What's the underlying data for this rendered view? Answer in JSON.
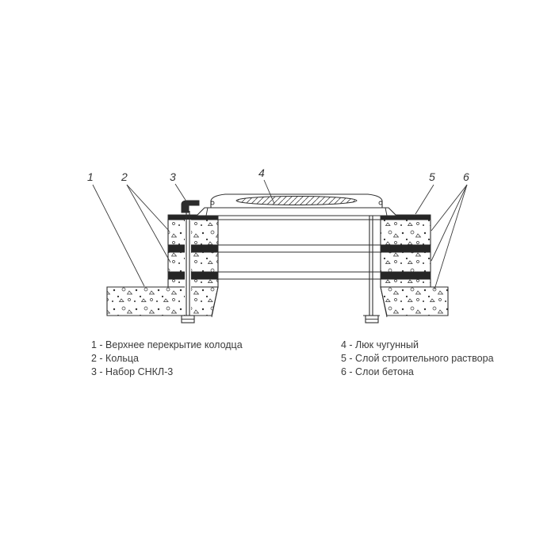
{
  "diagram": {
    "kind": "manhole-installation-cross-section",
    "colors": {
      "background": "#ffffff",
      "line": "#2f2f2f",
      "mortar_fill": "#262626",
      "text": "#3a3a3a"
    }
  },
  "callouts": [
    "1",
    "2",
    "3",
    "4",
    "5",
    "6"
  ],
  "legend": {
    "left": [
      {
        "text": "1 - Верхнее перекрытие колодца"
      },
      {
        "text": "2 - Кольца"
      },
      {
        "text": "3 - Набор СНКЛ-3"
      }
    ],
    "right": [
      {
        "text": "4 - Люк чугунный"
      },
      {
        "text": "5 - Слой строительного раствора"
      },
      {
        "text": "6 - Слои бетона"
      }
    ]
  }
}
